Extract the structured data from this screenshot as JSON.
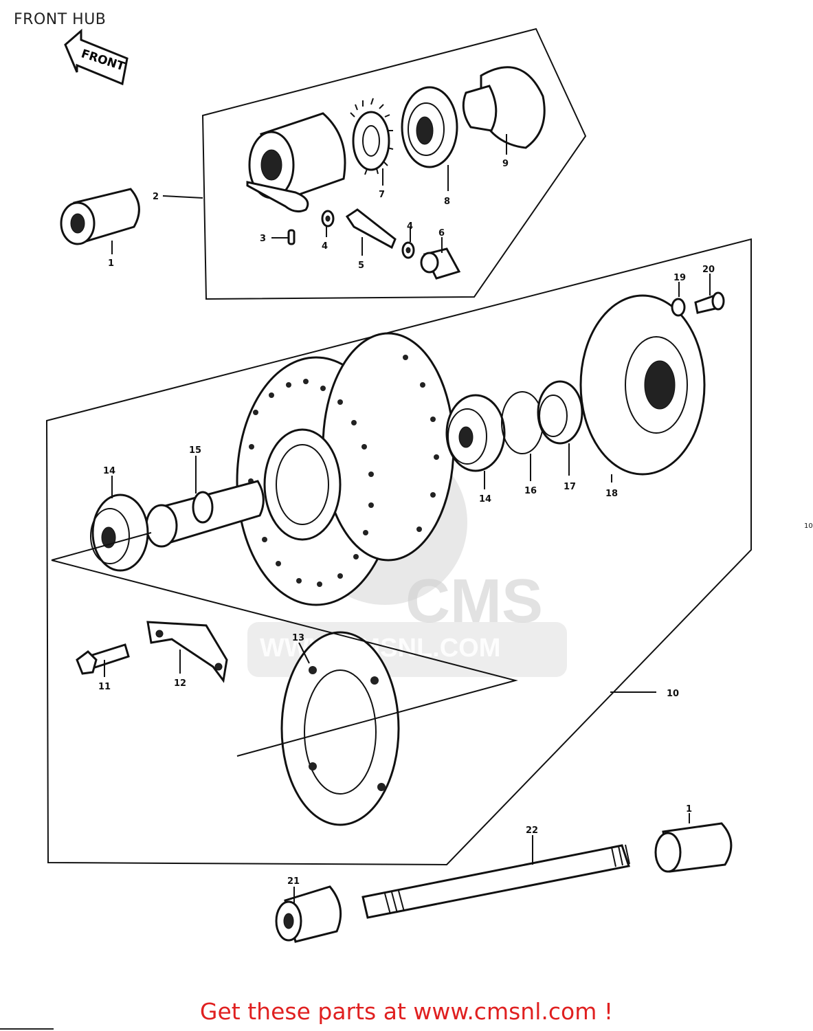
{
  "title": "FRONT HUB",
  "front_arrow_label": "FRONT",
  "watermark": {
    "logo_text": "CMS",
    "url_text": "WWW.CMSNL.COM"
  },
  "footer_text": "Get these parts at www.cmsnl.com !",
  "edge_mark": "10",
  "callouts": [
    {
      "id": "c1a",
      "text": "1"
    },
    {
      "id": "c2",
      "text": "2"
    },
    {
      "id": "c3",
      "text": "3"
    },
    {
      "id": "c4a",
      "text": "4"
    },
    {
      "id": "c4b",
      "text": "4"
    },
    {
      "id": "c5",
      "text": "5"
    },
    {
      "id": "c6",
      "text": "6"
    },
    {
      "id": "c7",
      "text": "7"
    },
    {
      "id": "c8",
      "text": "8"
    },
    {
      "id": "c9",
      "text": "9"
    },
    {
      "id": "c10",
      "text": "10"
    },
    {
      "id": "c11",
      "text": "11"
    },
    {
      "id": "c12",
      "text": "12"
    },
    {
      "id": "c13",
      "text": "13"
    },
    {
      "id": "c14a",
      "text": "14"
    },
    {
      "id": "c14b",
      "text": "14"
    },
    {
      "id": "c15",
      "text": "15"
    },
    {
      "id": "c16",
      "text": "16"
    },
    {
      "id": "c17",
      "text": "17"
    },
    {
      "id": "c18",
      "text": "18"
    },
    {
      "id": "c19",
      "text": "19"
    },
    {
      "id": "c20",
      "text": "20"
    },
    {
      "id": "c21",
      "text": "21"
    },
    {
      "id": "c22",
      "text": "22"
    },
    {
      "id": "c1b",
      "text": "1"
    }
  ]
}
